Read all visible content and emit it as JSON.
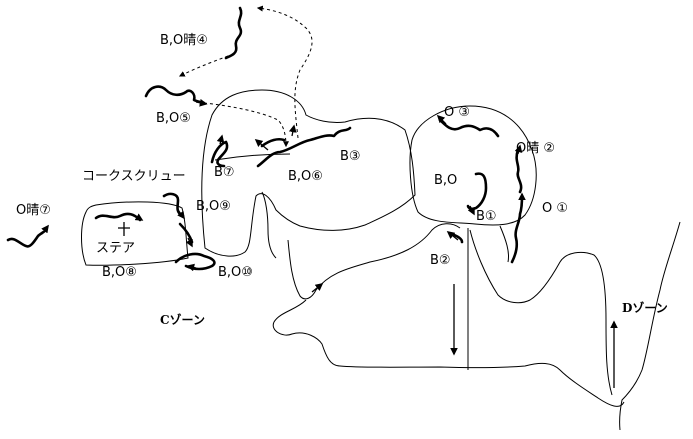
{
  "zones": {
    "c_zone": "Cゾーン",
    "d_zone": "Dゾーン"
  },
  "labels": {
    "corkscrew": "コークスクリュー",
    "stair": "ステア"
  },
  "spots": [
    {
      "id": "b-o-4",
      "text": "B,O晴④"
    },
    {
      "id": "b-o-5",
      "text": "B,O⑤"
    },
    {
      "id": "o-3",
      "text": "O ③"
    },
    {
      "id": "o-hare-2",
      "text": "O晴 ②"
    },
    {
      "id": "b-3",
      "text": "B③"
    },
    {
      "id": "b-7",
      "text": "B⑦"
    },
    {
      "id": "b-o-6",
      "text": "B,O⑥"
    },
    {
      "id": "b-o",
      "text": "B,O"
    },
    {
      "id": "o-1",
      "text": "O ①"
    },
    {
      "id": "b-1",
      "text": "B①"
    },
    {
      "id": "b-o-9",
      "text": "B,O⑨"
    },
    {
      "id": "o-hare-7",
      "text": "O晴⑦"
    },
    {
      "id": "b-2",
      "text": "B②"
    },
    {
      "id": "b-o-8",
      "text": "B,O⑧"
    },
    {
      "id": "b-o-10",
      "text": "B,O⑩"
    }
  ]
}
